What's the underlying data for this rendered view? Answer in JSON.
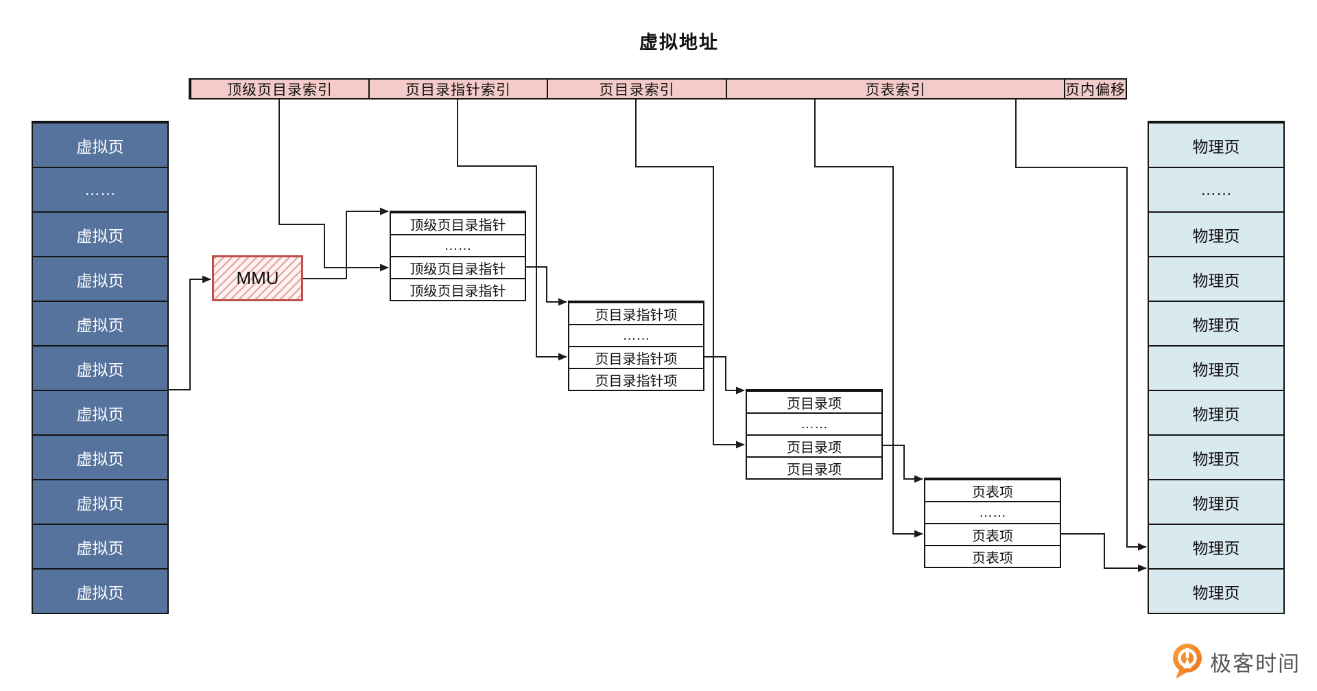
{
  "title": "虚拟地址",
  "address_bar": {
    "fields": [
      "顶级页目录索引",
      "页目录指针索引",
      "页目录索引",
      "页表索引",
      "页内偏移"
    ]
  },
  "mmu": {
    "label": "MMU"
  },
  "virtual_memory": {
    "rows": [
      "虚拟页",
      "……",
      "虚拟页",
      "虚拟页",
      "虚拟页",
      "虚拟页",
      "虚拟页",
      "虚拟页",
      "虚拟页",
      "虚拟页",
      "虚拟页"
    ]
  },
  "physical_memory": {
    "rows": [
      "物理页",
      "……",
      "物理页",
      "物理页",
      "物理页",
      "物理页",
      "物理页",
      "物理页",
      "物理页",
      "物理页",
      "物理页"
    ]
  },
  "page_tables": [
    {
      "name": "top-level-page-directory-pointer-table",
      "rows": [
        "顶级页目录指针",
        "……",
        "顶级页目录指针",
        "顶级页目录指针"
      ]
    },
    {
      "name": "page-directory-pointer-entry-table",
      "rows": [
        "页目录指针项",
        "……",
        "页目录指针项",
        "页目录指针项"
      ]
    },
    {
      "name": "page-directory-entry-table",
      "rows": [
        "页目录项",
        "……",
        "页目录项",
        "页目录项"
      ]
    },
    {
      "name": "page-table-entry-table",
      "rows": [
        "页表项",
        "……",
        "页表项",
        "页表项"
      ]
    }
  ],
  "logo": {
    "text": "极客时间"
  },
  "colors": {
    "address_bar_fill": "#f4cbc9",
    "virtual_page_fill": "#56739e",
    "physical_page_fill": "#d9e9f0",
    "table_fill": "#ffffff",
    "mmu_border": "#c0504d",
    "mmu_hatch": "#eba9a4",
    "line": "#1c1c1c",
    "logo_orange": "#ee7420",
    "logo_text_color": "#55565a"
  }
}
